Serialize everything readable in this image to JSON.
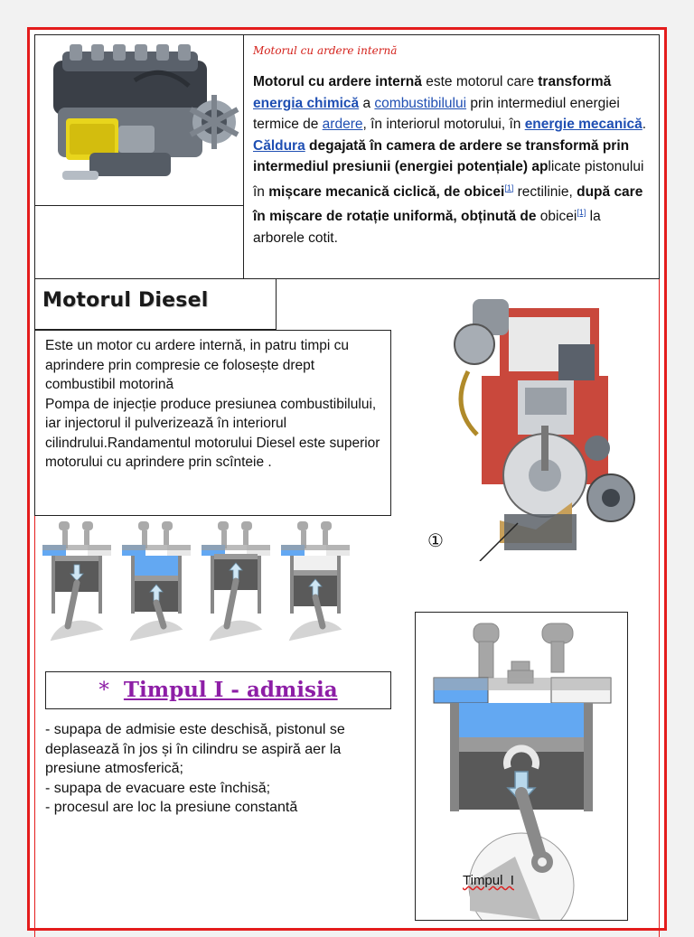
{
  "intro": {
    "small_title": "Motorul cu ardere internă",
    "segments": [
      {
        "text": "Motorul cu ardere internă",
        "style": "bold"
      },
      {
        "text": " este motorul care ",
        "style": "normal"
      },
      {
        "text": "transformă ",
        "style": "bold"
      },
      {
        "text": "energia chimică",
        "style": "link-bold"
      },
      {
        "text": " a ",
        "style": "normal"
      },
      {
        "text": "combustibilului",
        "style": "link"
      },
      {
        "text": " prin intermediul energiei termice de ",
        "style": "normal"
      },
      {
        "text": "ardere",
        "style": "link"
      },
      {
        "text": ", în interiorul motorului, în ",
        "style": "normal"
      },
      {
        "text": "energie mecanică",
        "style": "link-bold"
      },
      {
        "text": ". ",
        "style": "normal"
      },
      {
        "text": "Căldura",
        "style": "link-bold"
      },
      {
        "text": " degajată în camera de ardere se transformă prin intermediul presiunii (energiei potențiale) ap",
        "style": "bold"
      },
      {
        "text": "licate pistonului în ",
        "style": "normal"
      },
      {
        "text": "mișcare mecanică ciclică, de obicei",
        "style": "bold"
      },
      {
        "text": "[1]",
        "style": "sup"
      },
      {
        "text": " rectilinie, ",
        "style": "normal"
      },
      {
        "text": "după care în mișcare de rotație uniformă, obținută de",
        "style": "bold"
      },
      {
        "text": " obicei",
        "style": "normal"
      },
      {
        "text": "[1]",
        "style": "sup"
      },
      {
        "text": " la arborele cotit.",
        "style": "normal"
      }
    ]
  },
  "diesel": {
    "heading": "Motorul Diesel",
    "paragraph": "Este un motor cu ardere internă, in patru timpi cu aprindere prin compresie ce folosește drept combustibil motorină\nPompa de injecție produce presiunea combustibilului, iar injectorul il pulverizează în interiorul cilindrului.Randamentul motorului Diesel este superior motorului cu aprindere prin scînteie .",
    "diagram_label": "①"
  },
  "timp": {
    "star": "*",
    "title": "Timpul I - admisia",
    "lines": [
      "- supapa de admisie este deschisă, pistonul se deplasează în jos și în cilindru se aspiră aer la presiune atmosferică;",
      "- supapa de evacuare este închisă;",
      "- procesul are loc la presiune constantă"
    ],
    "figure_caption": "Timpul  I"
  },
  "colors": {
    "border": "#e41c1c",
    "link": "#1f4fb3",
    "timp_title": "#8d1ea6",
    "small_title": "#d4221c",
    "fluid_blue": "#63a8f2",
    "fluid_orange": "#f08a1c"
  }
}
